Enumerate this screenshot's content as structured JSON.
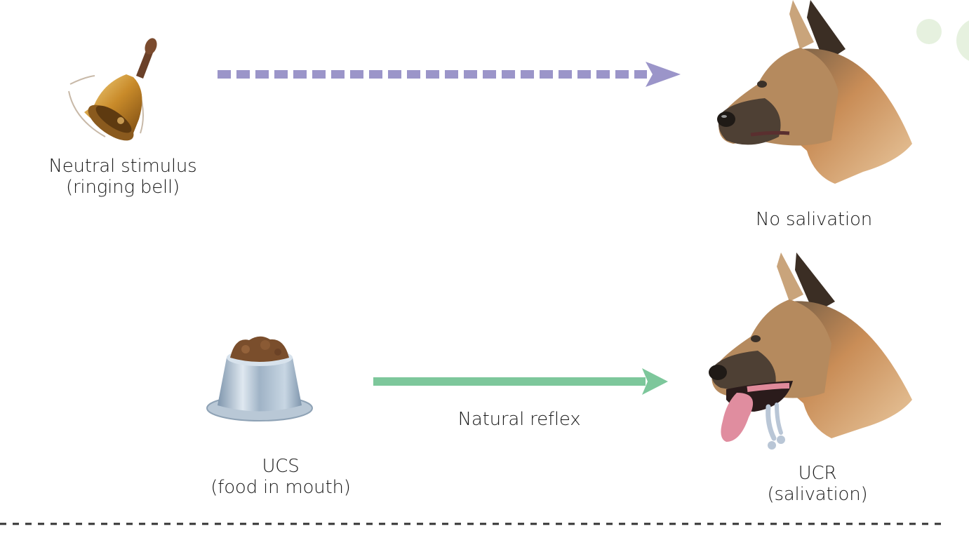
{
  "figure": {
    "rows": [
      {
        "stimulus": {
          "icon": "bell-icon",
          "label_line1": "Neutral stimulus",
          "label_line2": "(ringing bell)"
        },
        "arrow": {
          "style": "dashed",
          "color": "#9b95c9",
          "label": ""
        },
        "response": {
          "icon": "dog-head-icon",
          "label_line1": "No salivation",
          "label_line2": ""
        }
      },
      {
        "stimulus": {
          "icon": "food-bowl-icon",
          "label_line1": "UCS",
          "label_line2": "(food in mouth)"
        },
        "arrow": {
          "style": "solid",
          "color": "#7dc79b",
          "label": "Natural reflex"
        },
        "response": {
          "icon": "salivating-dog-head-icon",
          "label_line1": "UCR",
          "label_line2": "(salivation)"
        }
      }
    ],
    "colors": {
      "dashed_arrow": "#9b95c9",
      "solid_arrow": "#7dc79b",
      "decor_circles": "#e6f1df",
      "divider": "#333333",
      "text": "#1a1a1a"
    }
  }
}
